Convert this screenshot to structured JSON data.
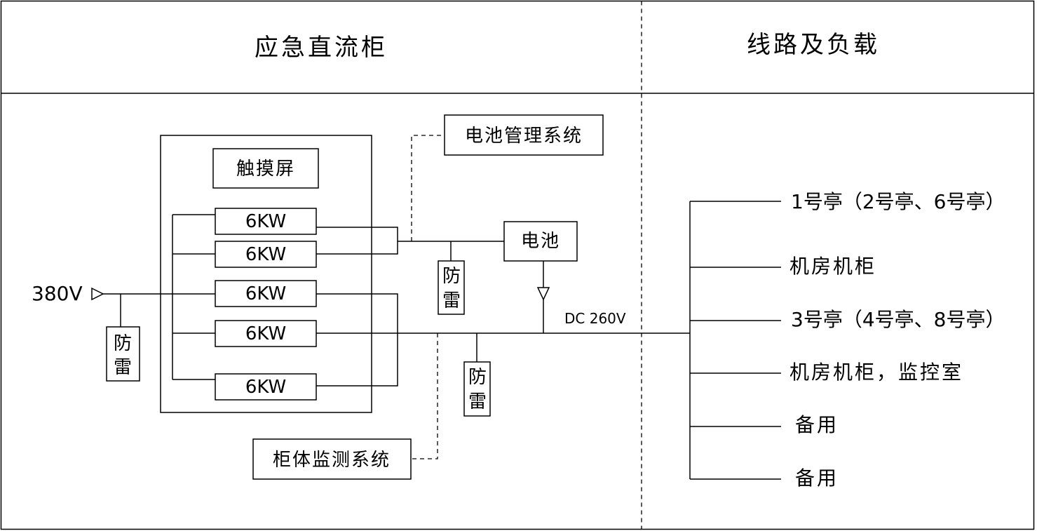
{
  "headers": {
    "left": "应急直流柜",
    "right": "线路及负载"
  },
  "input_voltage": "380V",
  "lightning": {
    "a": "防雷",
    "b": "防雷",
    "c": "防雷"
  },
  "touchscreen": "触摸屏",
  "modules": [
    "6KW",
    "6KW",
    "6KW",
    "6KW",
    "6KW"
  ],
  "bms": "电池管理系统",
  "battery": "电池",
  "bus_voltage": "DC 260V",
  "monitor": "柜体监测系统",
  "loads": [
    "1号亭（2号亭、6号亭）",
    "机房机柜",
    "3号亭（4号亭、8号亭）",
    "机房机柜，监控室",
    "备用",
    "备用"
  ]
}
